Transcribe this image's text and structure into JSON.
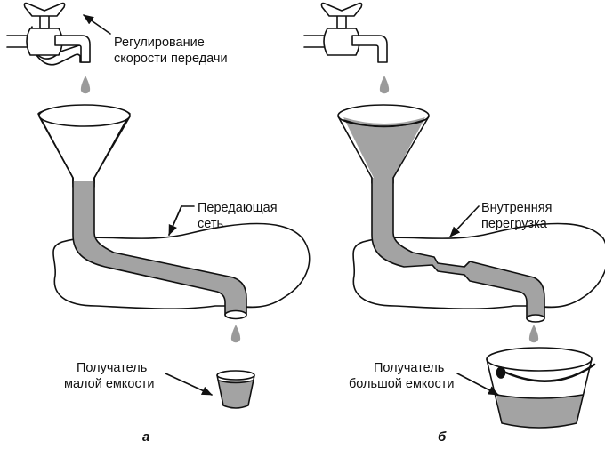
{
  "labels": {
    "rate_control_line1": "Регулирование",
    "rate_control_line2": "скорости передачи",
    "network_line1": "Передающая",
    "network_line2": "сеть",
    "small_receiver_line1": "Получатель",
    "small_receiver_line2": "малой емкости",
    "overload_line1": "Внутренняя",
    "overload_line2": "перегрузка",
    "large_receiver_line1": "Получатель",
    "large_receiver_line2": "большой емкости"
  },
  "panels": {
    "a": "а",
    "b": "б"
  },
  "colors": {
    "ink": "#111111",
    "water": "#a3a3a3",
    "drop": "#9a9a9a",
    "background": "#ffffff"
  },
  "icons": [
    "faucet-icon",
    "funnel-icon",
    "pipe-icon",
    "drop-icon",
    "cup-icon",
    "bucket-icon",
    "arrow-icon"
  ]
}
